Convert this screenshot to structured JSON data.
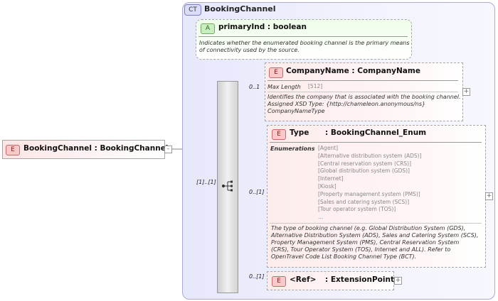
{
  "complex_type": {
    "badge": "CT",
    "name": "BookingChannel"
  },
  "attribute": {
    "badge": "A",
    "name": "primaryInd",
    "type_sep": ":",
    "type": "boolean",
    "doc": [
      "Indicates whether the enumerated booking channel is the primary means",
      "of connectivity used by the source."
    ]
  },
  "root": {
    "badge": "E",
    "name": "BookingChannel",
    "type_sep": ":",
    "type": "BookingChannel"
  },
  "sequence": {
    "multiplicity": "[1]..[1]"
  },
  "elements": [
    {
      "badge": "E",
      "name": "CompanyName",
      "type_sep": ":",
      "type": "CompanyName",
      "multiplicity": "0..1",
      "facet_label": "Max Length",
      "facet_value": "[512]",
      "doc": [
        "Identifies the company that is associated with the booking channel.",
        "Assigned XSD Type: {http://chameleon.anonymous/ns}",
        "CompanyNameType"
      ]
    },
    {
      "badge": "E",
      "name": "Type",
      "type_sep": ":",
      "type": "BookingChannel_Enum",
      "multiplicity": "0..[1]",
      "enum_label": "Enumerations",
      "enumerations": [
        "[Agent]",
        "[Alternative distribution system (ADS)]",
        "[Central reservation system (CRS)]",
        "[Global distribution system (GDS)]",
        "[Internet]",
        "[Kiosk]",
        "[Property management system (PMS)]",
        "[Sales and catering system (SCS)]",
        "[Tour operator system (TOS)]",
        "..."
      ],
      "doc": [
        "The type of booking channel (e.g. Global Distribution System (GDS),",
        "Alternative Distribution System (ADS), Sales and Catering System (SCS),",
        "Property Management System (PMS), Central Reservation System",
        "(CRS), Tour Operator System (TOS), Internet and ALL). Refer to",
        "OpenTravel Code List Booking Channel Type (BCT)."
      ]
    },
    {
      "badge": "E",
      "name": "<Ref>",
      "type_sep": ":",
      "type": "ExtensionPoint",
      "multiplicity": "0..[1]"
    }
  ],
  "icons": {
    "expand": "+",
    "collapse": "-",
    "sequence": "sequence-icon"
  }
}
